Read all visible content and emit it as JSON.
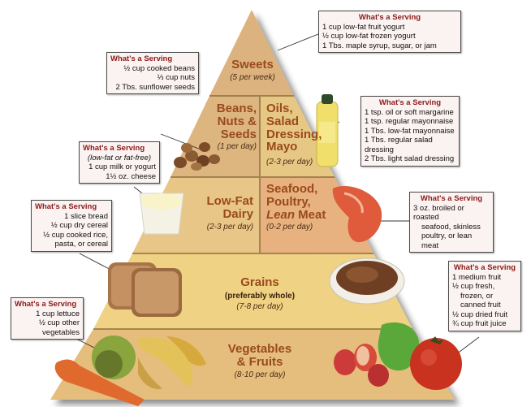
{
  "title": "Food Pyramid",
  "colors": {
    "sweets": "#dcb37e",
    "beans": "#ddb57f",
    "oils": "#e6c783",
    "dairy": "#e8c687",
    "protein": "#e7b27f",
    "grains": "#efd283",
    "veg_fruits": "#e5bd7c",
    "label_text": "#9a4a1c",
    "box_header": "#8b1a1a",
    "box_bg": "#fbf3f1"
  },
  "tiers": {
    "sweets": {
      "name": "Sweets",
      "freq": "(5 per week)"
    },
    "beans": {
      "name": "Beans, Nuts & Seeds",
      "name_lines": [
        "Beans,",
        "Nuts &",
        "Seeds"
      ],
      "freq": "(1 per day)"
    },
    "oils": {
      "name": "Oils, Salad Dressing, Mayo",
      "name_lines": [
        "Oils,",
        "Salad",
        "Dressing,",
        "Mayo"
      ],
      "freq": "(2-3 per day)"
    },
    "dairy": {
      "name": "Low-Fat Dairy",
      "name_lines": [
        "Low-Fat",
        "Dairy"
      ],
      "freq": "(2-3 per day)"
    },
    "protein": {
      "name": "Seafood, Poultry, Lean Meat",
      "name_lines": [
        "Seafood,",
        "Poultry,"
      ],
      "lean": "Lean",
      "meat": " Meat",
      "freq": "(0-2 per day)"
    },
    "grains": {
      "name": "Grains",
      "note": "(preferably whole)",
      "freq": "(7-8 per day)"
    },
    "veg_fruits": {
      "name": "Vegetables & Fruits",
      "name_lines": [
        "Vegetables",
        "& Fruits"
      ],
      "freq": "(8-10 per day)"
    }
  },
  "servings": {
    "header": "What's a Serving",
    "sweets": [
      "1 cup low-fat fruit yogurt",
      "½ cup low-fat frozen yogurt",
      "1 Tbs. maple syrup, sugar, or jam"
    ],
    "beans": [
      "½ cup cooked beans",
      "⅓ cup nuts",
      "2 Tbs. sunflower seeds"
    ],
    "oils": [
      "1 tsp. oil or soft margarine",
      "1 tsp. regular mayonnaise",
      "1 Tbs. low-fat mayonnaise",
      "1 Tbs. regular salad dressing",
      "2 Tbs. light salad dressing"
    ],
    "dairy_note": "(low-fat or fat-free)",
    "dairy": [
      "1 cup milk or yogurt",
      "1½ oz. cheese"
    ],
    "grains": [
      "1 slice bread",
      "½ cup dry cereal",
      "½ cup cooked rice,",
      "pasta, or cereal"
    ],
    "protein": [
      "3 oz. broiled or roasted",
      "seafood, skinless",
      "poultry, or lean",
      "meat"
    ],
    "fruits": [
      "1 medium fruit",
      "½ cup fresh,",
      "frozen, or",
      "canned fruit",
      "½ cup dried fruit",
      "¾ cup fruit juice"
    ],
    "vegetables": [
      "1 cup lettuce",
      "½ cup other",
      "vegetables"
    ]
  },
  "foods": {
    "sweets": [],
    "beans": [
      "nuts"
    ],
    "oils": [
      "oil-bottle"
    ],
    "dairy": [
      "glass-of-milk"
    ],
    "protein": [
      "salmon-steak"
    ],
    "grains": [
      "bread-slices",
      "cereal-bowl"
    ],
    "veg_fruits": [
      "apple",
      "carrot",
      "banana",
      "strawberries",
      "bell-pepper",
      "tomato"
    ]
  }
}
